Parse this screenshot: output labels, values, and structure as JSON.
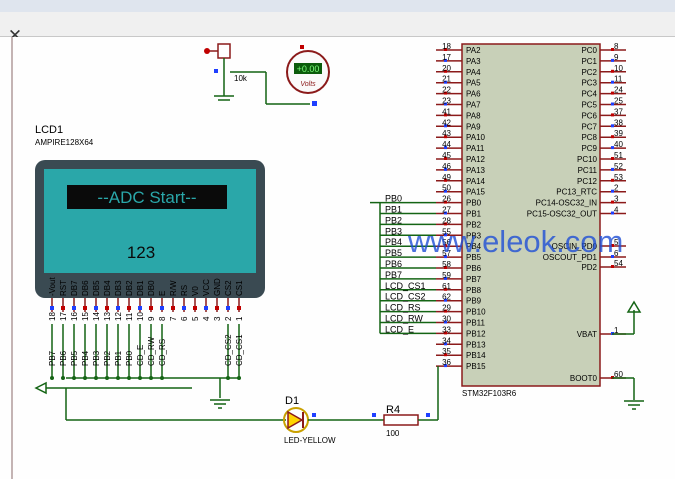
{
  "window": {
    "close_symbol": "✕"
  },
  "lcd": {
    "ref": "LCD1",
    "model": "AMPIRE128X64",
    "line1": "--ADC Start--",
    "line2": "123",
    "pin_labels": [
      "-Vout",
      "RST",
      "DB7",
      "DB6",
      "DB5",
      "DB4",
      "DB3",
      "DB2",
      "DB1",
      "DB0",
      "E",
      "R/W",
      "RS",
      "V0",
      "VCC",
      "GND",
      "CS2",
      "CS1"
    ],
    "pin_numbers": [
      "18",
      "17",
      "16",
      "15",
      "14",
      "13",
      "12",
      "11",
      "10",
      "9",
      "8",
      "7",
      "6",
      "5",
      "4",
      "3",
      "2",
      "1"
    ],
    "bus_labels": [
      "PB7",
      "PB6",
      "PB5",
      "PB4",
      "PB3",
      "PB2",
      "PB1",
      "PB0",
      "CD_E",
      "CD_RW",
      "CD_RS",
      "",
      "",
      "",
      "",
      "",
      "CD_CS2",
      "CD_CS1"
    ]
  },
  "pot": {
    "value": "10k"
  },
  "voltmeter": {
    "reading": "+0.00",
    "unit": "Volts"
  },
  "led": {
    "ref": "D1",
    "type": "LED-YELLOW"
  },
  "resistor": {
    "ref": "R4",
    "value": "100"
  },
  "mcu": {
    "name": "STM32F103R6",
    "left_pins": [
      {
        "num": "18",
        "name": "PA2"
      },
      {
        "num": "17",
        "name": "PA3"
      },
      {
        "num": "20",
        "name": "PA4"
      },
      {
        "num": "21",
        "name": "PA5"
      },
      {
        "num": "22",
        "name": "PA6"
      },
      {
        "num": "23",
        "name": "PA7"
      },
      {
        "num": "41",
        "name": "PA8"
      },
      {
        "num": "42",
        "name": "PA9"
      },
      {
        "num": "43",
        "name": "PA10"
      },
      {
        "num": "44",
        "name": "PA11"
      },
      {
        "num": "45",
        "name": "PA12"
      },
      {
        "num": "46",
        "name": "PA13"
      },
      {
        "num": "49",
        "name": "PA14"
      },
      {
        "num": "50",
        "name": "PA15"
      },
      {
        "num": "26",
        "name": "PB0"
      },
      {
        "num": "27",
        "name": "PB1"
      },
      {
        "num": "28",
        "name": "PB2"
      },
      {
        "num": "55",
        "name": "PB3"
      },
      {
        "num": "56",
        "name": "PB4"
      },
      {
        "num": "57",
        "name": "PB5"
      },
      {
        "num": "58",
        "name": "PB6"
      },
      {
        "num": "59",
        "name": "PB7"
      },
      {
        "num": "61",
        "name": "PB8"
      },
      {
        "num": "62",
        "name": "PB9"
      },
      {
        "num": "29",
        "name": "PB10"
      },
      {
        "num": "30",
        "name": "PB11"
      },
      {
        "num": "33",
        "name": "PB12"
      },
      {
        "num": "34",
        "name": "PB13"
      },
      {
        "num": "35",
        "name": "PB14"
      },
      {
        "num": "36",
        "name": "PB15"
      }
    ],
    "right_pins": [
      {
        "num": "8",
        "name": "PC0"
      },
      {
        "num": "9",
        "name": "PC1"
      },
      {
        "num": "10",
        "name": "PC2"
      },
      {
        "num": "11",
        "name": "PC3"
      },
      {
        "num": "24",
        "name": "PC4"
      },
      {
        "num": "25",
        "name": "PC5"
      },
      {
        "num": "37",
        "name": "PC6"
      },
      {
        "num": "38",
        "name": "PC7"
      },
      {
        "num": "39",
        "name": "PC8"
      },
      {
        "num": "40",
        "name": "PC9"
      },
      {
        "num": "51",
        "name": "PC10"
      },
      {
        "num": "52",
        "name": "PC11"
      },
      {
        "num": "53",
        "name": "PC12"
      },
      {
        "num": "2",
        "name": "PC13_RTC"
      },
      {
        "num": "3",
        "name": "PC14-OSC32_IN"
      },
      {
        "num": "4",
        "name": "PC15-OSC32_OUT"
      },
      {
        "num": "5",
        "name": "OSCIN_PD0"
      },
      {
        "num": "6",
        "name": "OSCOUT_PD1"
      },
      {
        "num": "54",
        "name": "PD2"
      },
      {
        "num": "1",
        "name": "VBAT"
      },
      {
        "num": "60",
        "name": "BOOT0"
      }
    ],
    "net_labels": [
      "PB0",
      "PB1",
      "PB2",
      "PB3",
      "PB4",
      "PB5",
      "PB6",
      "PB7",
      "LCD_CS1",
      "LCD_CS2",
      "LCD_RS",
      "LCD_RW",
      "LCD_E"
    ]
  },
  "watermark": "www.eleok.com",
  "colors": {
    "wire": "#146414",
    "body": "#c8d0b8",
    "outline": "#8b1a1a",
    "lcd_bezel": "#3a4a52",
    "lcd_screen": "#2aa7a9",
    "pin_red": "#8b1a1a"
  }
}
